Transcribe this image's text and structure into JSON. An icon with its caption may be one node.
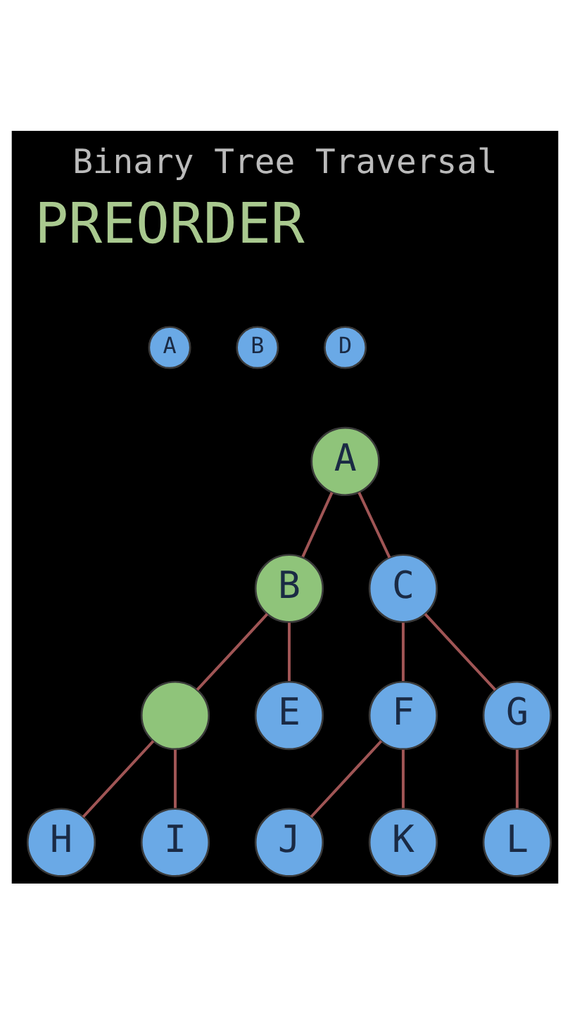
{
  "diagram": {
    "title": "Binary Tree Traversal",
    "nodes": [
      {
        "text": [
          "A"
        ]
      },
      {
        "text": [
          "B"
        ]
      },
      {
        "text": [
          "D"
        ]
      },
      {
        "text": [
          "A"
        ]
      },
      {
        "text": [
          "B"
        ]
      },
      {
        "text": [
          "C"
        ]
      },
      {
        "text": [],
        "shape": "circle"
      },
      {
        "text": [
          "E"
        ]
      },
      {
        "text": [
          "F"
        ]
      },
      {
        "text": [
          "G"
        ]
      },
      {
        "text": [
          "H"
        ]
      },
      {
        "text": [
          "I"
        ]
      },
      {
        "text": [
          "J"
        ]
      },
      {
        "text": [
          "K"
        ]
      },
      {
        "text": [
          "L"
        ]
      }
    ],
    "edges": [
      {
        "from": 3,
        "to": 4,
        "arrow": "none"
      },
      {
        "from": 3,
        "to": 5,
        "arrow": "none"
      },
      {
        "from": 4,
        "to": 6,
        "arrow": "none"
      },
      {
        "from": 4,
        "to": 7,
        "arrow": "none"
      },
      {
        "from": 5,
        "to": 8,
        "arrow": "none"
      },
      {
        "from": 5,
        "to": 9,
        "arrow": "none"
      },
      {
        "from": 6,
        "to": 10,
        "arrow": "none"
      },
      {
        "from": 6,
        "to": 11,
        "arrow": "none"
      },
      {
        "from": 8,
        "to": 12,
        "arrow": "none"
      },
      {
        "from": 8,
        "to": 13,
        "arrow": "none"
      },
      {
        "from": 9,
        "to": 14,
        "arrow": "none"
      }
    ],
    "labels": [
      "PREORDER"
    ]
  }
}
